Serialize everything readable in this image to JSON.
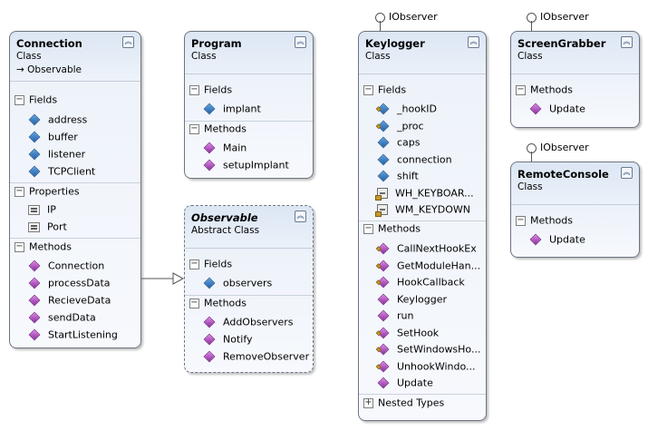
{
  "classes": {
    "connection": {
      "name": "Connection",
      "type": "Class",
      "base": "→ Observable",
      "fields_title": "Fields",
      "fields": [
        "address",
        "buffer",
        "listener",
        "TCPClient"
      ],
      "properties_title": "Properties",
      "properties": [
        "IP",
        "Port"
      ],
      "methods_title": "Methods",
      "methods": [
        "Connection",
        "processData",
        "RecieveData",
        "sendData",
        "StartListening"
      ]
    },
    "program": {
      "name": "Program",
      "type": "Class",
      "fields_title": "Fields",
      "fields": [
        "implant"
      ],
      "methods_title": "Methods",
      "methods": [
        "Main",
        "setupImplant"
      ]
    },
    "observable": {
      "name": "Observable",
      "type": "Abstract Class",
      "fields_title": "Fields",
      "fields": [
        "observers"
      ],
      "methods_title": "Methods",
      "methods": [
        "AddObservers",
        "Notify",
        "RemoveObserver"
      ]
    },
    "keylogger": {
      "name": "Keylogger",
      "type": "Class",
      "interface": "IObserver",
      "fields_title": "Fields",
      "fields": [
        "_hookID",
        "_proc",
        "caps",
        "connection",
        "shift",
        "WH_KEYBOAR...",
        "WM_KEYDOWN"
      ],
      "methods_title": "Methods",
      "methods": [
        "CallNextHookEx",
        "GetModuleHan...",
        "HookCallback",
        "Keylogger",
        "run",
        "SetHook",
        "SetWindowsHo...",
        "UnhookWindo...",
        "Update"
      ],
      "nested_title": "Nested Types"
    },
    "screengrabber": {
      "name": "ScreenGrabber",
      "type": "Class",
      "interface": "IObserver",
      "methods_title": "Methods",
      "methods": [
        "Update"
      ]
    },
    "remoteconsole": {
      "name": "RemoteConsole",
      "type": "Class",
      "interface": "IObserver",
      "methods_title": "Methods",
      "methods": [
        "Update"
      ]
    }
  },
  "colors": {
    "header_gradient": "#dce6f4",
    "border": "#6d7480",
    "field_icon": "#2361a8",
    "method_icon": "#8a2f9c"
  }
}
